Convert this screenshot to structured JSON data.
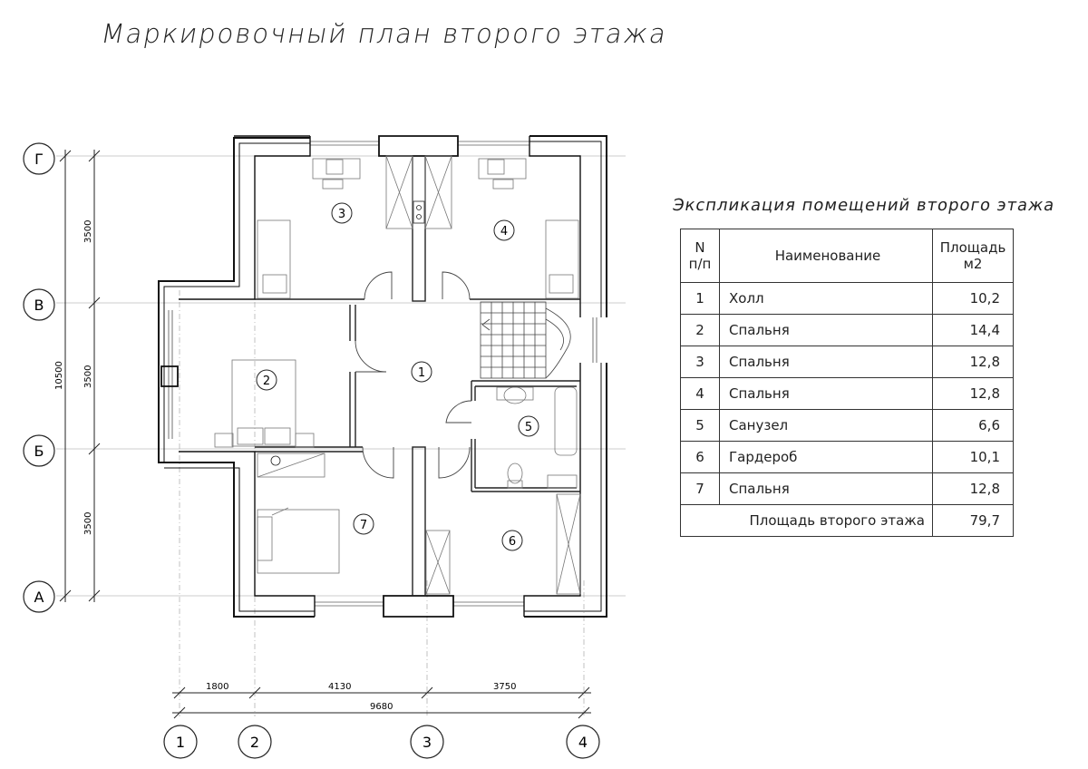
{
  "title": "Маркировочный план второго этажа",
  "table": {
    "title": "Экспликация помещений второго этажа",
    "headers": {
      "num": "N п/п",
      "name": "Наименование",
      "area": "Площадь м2"
    },
    "rows": [
      {
        "num": "1",
        "name": "Холл",
        "area": "10,2"
      },
      {
        "num": "2",
        "name": "Спальня",
        "area": "14,4"
      },
      {
        "num": "3",
        "name": "Спальня",
        "area": "12,8"
      },
      {
        "num": "4",
        "name": "Спальня",
        "area": "12,8"
      },
      {
        "num": "5",
        "name": "Санузел",
        "area": "6,6"
      },
      {
        "num": "6",
        "name": "Гардероб",
        "area": "10,1"
      },
      {
        "num": "7",
        "name": "Спальня",
        "area": "12,8"
      }
    ],
    "total_label": "Площадь второго этажа",
    "total_value": "79,7"
  },
  "axes": {
    "rows": [
      "Г",
      "В",
      "Б",
      "А"
    ],
    "cols": [
      "1",
      "2",
      "3",
      "4"
    ]
  },
  "dimensions": {
    "vertical_total": "10500",
    "vertical_parts": [
      "3500",
      "3500",
      "3500"
    ],
    "horizontal_parts": [
      "1800",
      "4130",
      "3750"
    ],
    "horizontal_total": "9680"
  },
  "room_markers": [
    "1",
    "2",
    "3",
    "4",
    "5",
    "6",
    "7"
  ]
}
